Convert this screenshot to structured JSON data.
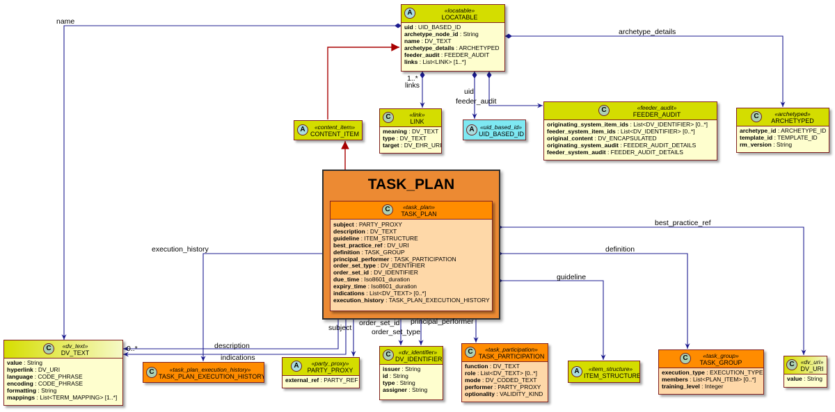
{
  "package": {
    "title": "TASK_PLAN"
  },
  "classes": {
    "locatable": {
      "stereotype": "«locatable»",
      "name": "LOCATABLE",
      "attrs": [
        {
          "n": "uid",
          "t": " : UID_BASED_ID"
        },
        {
          "n": "archetype_node_id",
          "t": " : String"
        },
        {
          "n": "name",
          "t": " : DV_TEXT"
        },
        {
          "n": "archetype_details",
          "t": " : ARCHETYPED"
        },
        {
          "n": "feeder_audit",
          "t": " : FEEDER_AUDIT"
        },
        {
          "n": "links",
          "t": " : List<LINK> [1..*]"
        }
      ]
    },
    "link": {
      "stereotype": "«link»",
      "name": "LINK",
      "attrs": [
        {
          "n": "meaning",
          "t": " : DV_TEXT"
        },
        {
          "n": "type",
          "t": " : DV_TEXT"
        },
        {
          "n": "target",
          "t": " : DV_EHR_URI"
        }
      ]
    },
    "uid_based_id": {
      "stereotype": "«uid_based_id»",
      "name": "UID_BASED_ID"
    },
    "feeder_audit": {
      "stereotype": "«feeder_audit»",
      "name": "FEEDER_AUDIT",
      "attrs": [
        {
          "n": "originating_system_item_ids",
          "t": " : List<DV_IDENTIFIER> [0..*]"
        },
        {
          "n": "feeder_system_item_ids",
          "t": " : List<DV_IDENTIFIER> [0..*]"
        },
        {
          "n": "original_content",
          "t": " : DV_ENCAPSULATED"
        },
        {
          "n": "originating_system_audit",
          "t": " : FEEDER_AUDIT_DETAILS"
        },
        {
          "n": "feeder_system_audit",
          "t": " : FEEDER_AUDIT_DETAILS"
        }
      ]
    },
    "archetyped": {
      "stereotype": "«archetyped»",
      "name": "ARCHETYPED",
      "attrs": [
        {
          "n": "archetype_id",
          "t": " : ARCHETYPE_ID"
        },
        {
          "n": "template_id",
          "t": " : TEMPLATE_ID"
        },
        {
          "n": "rm_version",
          "t": " : String"
        }
      ]
    },
    "content_item": {
      "stereotype": "«content_item»",
      "name": "CONTENT_ITEM"
    },
    "task_plan": {
      "stereotype": "«task_plan»",
      "name": "TASK_PLAN",
      "attrs": [
        {
          "n": "subject",
          "t": " : PARTY_PROXY"
        },
        {
          "n": "description",
          "t": " : DV_TEXT"
        },
        {
          "n": "guideline",
          "t": " : ITEM_STRUCTURE"
        },
        {
          "n": "best_practice_ref",
          "t": " : DV_URI"
        },
        {
          "n": "definition",
          "t": " : TASK_GROUP"
        },
        {
          "n": "principal_performer",
          "t": " : TASK_PARTICIPATION"
        },
        {
          "n": "order_set_type",
          "t": " : DV_IDENTIFIER"
        },
        {
          "n": "order_set_id",
          "t": " : DV_IDENTIFIER"
        },
        {
          "n": "due_time",
          "t": " : Iso8601_duration"
        },
        {
          "n": "expiry_time",
          "t": " : Iso8601_duration"
        },
        {
          "n": "indications",
          "t": " : List<DV_TEXT> [0..*]"
        },
        {
          "n": "execution_history",
          "t": " : TASK_PLAN_EXECUTION_HISTORY"
        }
      ]
    },
    "dv_text": {
      "stereotype": "«dv_text»",
      "name": "DV_TEXT",
      "attrs": [
        {
          "n": "value",
          "t": " : String"
        },
        {
          "n": "hyperlink",
          "t": " : DV_URI"
        },
        {
          "n": "language",
          "t": " : CODE_PHRASE"
        },
        {
          "n": "encoding",
          "t": " : CODE_PHRASE"
        },
        {
          "n": "formatting",
          "t": " : String"
        },
        {
          "n": "mappings",
          "t": " : List<TERM_MAPPING> [1..*]"
        }
      ]
    },
    "execution_history": {
      "stereotype": "«task_plan_execution_history»",
      "name": "TASK_PLAN_EXECUTION_HISTORY"
    },
    "party_proxy": {
      "stereotype": "«party_proxy»",
      "name": "PARTY_PROXY",
      "attrs": [
        {
          "n": "external_ref",
          "t": " : PARTY_REF"
        }
      ]
    },
    "dv_identifier": {
      "stereotype": "«dv_identifier»",
      "name": "DV_IDENTIFIER",
      "attrs": [
        {
          "n": "issuer",
          "t": " : String"
        },
        {
          "n": "id",
          "t": " : String"
        },
        {
          "n": "type",
          "t": " : String"
        },
        {
          "n": "assigner",
          "t": " : String"
        }
      ]
    },
    "task_participation": {
      "stereotype": "«task_participation»",
      "name": "TASK_PARTICIPATION",
      "attrs": [
        {
          "n": "function",
          "t": " : DV_TEXT"
        },
        {
          "n": "role",
          "t": " : List<DV_TEXT> [0..*]"
        },
        {
          "n": "mode",
          "t": " : DV_CODED_TEXT"
        },
        {
          "n": "performer",
          "t": " : PARTY_PROXY"
        },
        {
          "n": "optionality",
          "t": " : VALIDITY_KIND"
        }
      ]
    },
    "item_structure": {
      "stereotype": "«item_structure»",
      "name": "ITEM_STRUCTURE"
    },
    "task_group": {
      "stereotype": "«task_group»",
      "name": "TASK_GROUP",
      "attrs": [
        {
          "n": "execution_type",
          "t": " : EXECUTION_TYPE"
        },
        {
          "n": "members",
          "t": " : List<PLAN_ITEM> [0..*]"
        },
        {
          "n": "training_level",
          "t": " : Integer"
        }
      ]
    },
    "dv_uri": {
      "stereotype": "«dv_uri»",
      "name": "DV_URI",
      "attrs": [
        {
          "n": "value",
          "t": " : String"
        }
      ]
    }
  },
  "labels": {
    "name": "name",
    "archetype_details": "archetype_details",
    "links_mult": "1..*",
    "links": "links",
    "uid": "uid",
    "feeder_audit": "feeder_audit",
    "best_practice_ref": "best_practice_ref",
    "definition": "definition",
    "guideline": "guideline",
    "execution_history": "execution_history",
    "subject": "subject",
    "order_set_id": "order_set_id",
    "order_set_type": "order_set_type",
    "principal_performer": "principal_performer",
    "description_mult": "0..*",
    "description": "description",
    "indications": "indications"
  },
  "colors": {
    "association": "#1b1b8f",
    "generalization": "#a80000",
    "package": "#ec8a33"
  }
}
